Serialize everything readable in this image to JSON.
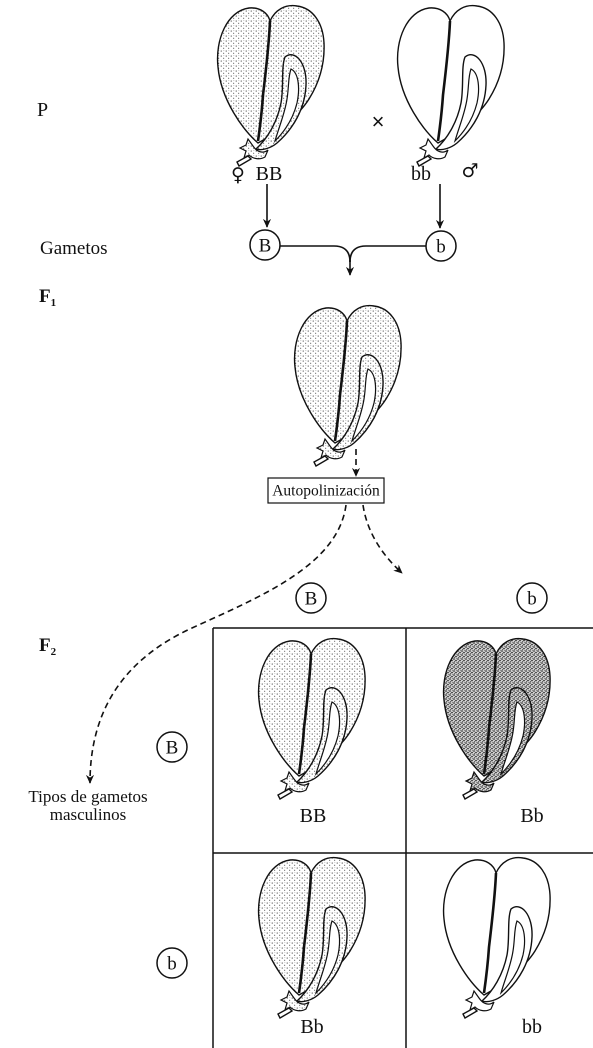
{
  "generations": {
    "p": "P",
    "gametes": "Gametos",
    "f1": {
      "main": "F",
      "sub": "1"
    },
    "f2": {
      "main": "F",
      "sub": "2"
    }
  },
  "parental": {
    "cross": "×",
    "female": {
      "sex_symbol": "♀",
      "genotype": "BB",
      "shade": "stippled"
    },
    "male": {
      "sex_symbol": "♂",
      "genotype": "bb",
      "shade": "plain"
    }
  },
  "gametes": {
    "female": "B",
    "male": "b"
  },
  "f1": {
    "shade": "stippled",
    "process_label": "Autopolinización"
  },
  "f2": {
    "column_gametes": [
      "B",
      "b"
    ],
    "row_gametes": [
      "B",
      "b"
    ],
    "row_gametes_caption": [
      "Tipos de gametos",
      "masculinos"
    ],
    "cells": [
      {
        "genotype": "BB",
        "shade": "stippled"
      },
      {
        "genotype": "Bb",
        "shade": "dense"
      },
      {
        "genotype": "Bb",
        "shade": "stippled"
      },
      {
        "genotype": "bb",
        "shade": "plain"
      }
    ]
  }
}
